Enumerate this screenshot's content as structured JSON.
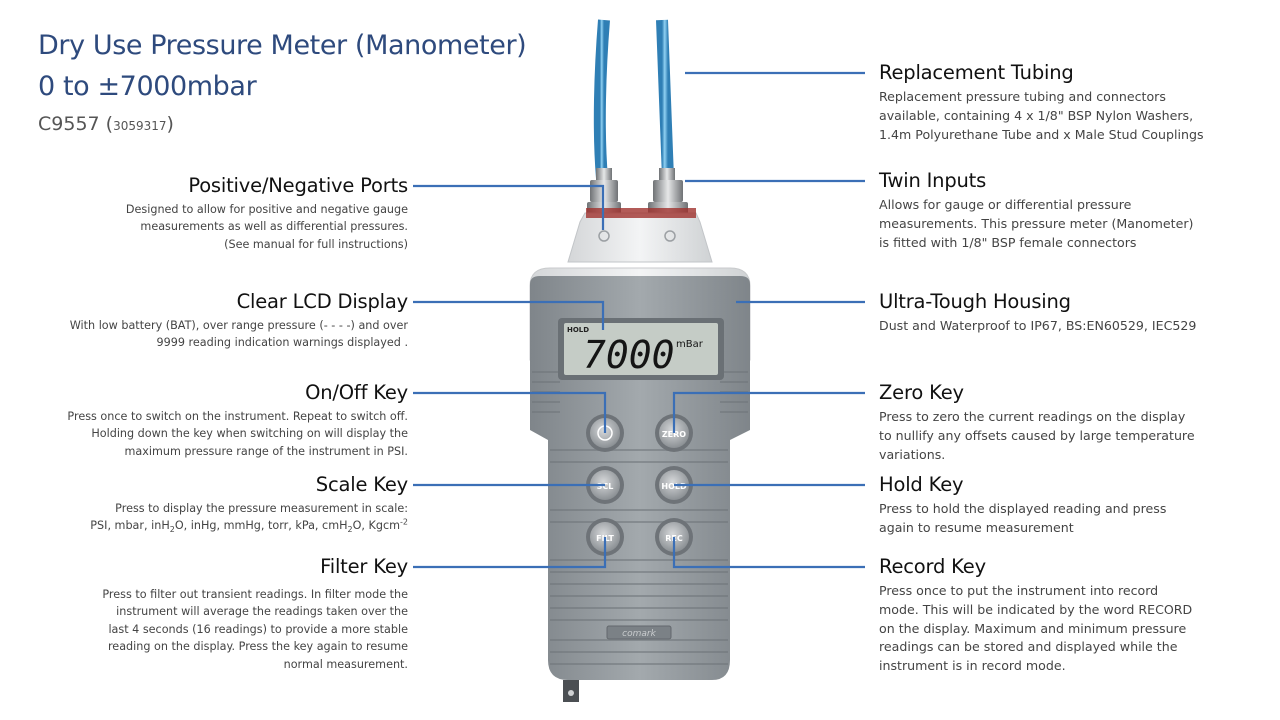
{
  "header": {
    "title_line1": "Dry Use Pressure Meter (Manometer)",
    "title_line2": "0 to ±7000mbar",
    "model": "C9557",
    "part_number": "3059317"
  },
  "device": {
    "lcd_reading": "7000",
    "lcd_unit": "mBar",
    "lcd_indicator": "HOLD",
    "key_zero": "ZERO",
    "key_scl": "SCL",
    "key_hold": "HOLD",
    "key_filt": "FILT",
    "key_rec": "REC",
    "brand": "comark"
  },
  "callouts": {
    "positive_negative_ports": {
      "title": "Positive/Negative Ports",
      "line1": "Designed to allow for positive and negative gauge",
      "line2": "measurements as well as differential pressures.",
      "line3": "(See manual for full instructions)"
    },
    "clear_lcd": {
      "title": "Clear LCD Display",
      "line1": "With low battery (BAT), over range pressure (- - - -) and over",
      "line2": "9999 reading indication warnings displayed ."
    },
    "on_off_key": {
      "title": "On/Off Key",
      "line1": "Press once to switch on the instrument. Repeat to switch off.",
      "line2": "Holding down the key when switching on will display the",
      "line3": "maximum pressure range of the instrument in PSI."
    },
    "scale_key": {
      "title": "Scale Key",
      "line1": "Press to display the pressure measurement in scale:",
      "line2_a": "PSI, mbar, inH",
      "line2_b": "2",
      "line2_c": "O, inHg, mmHg, torr, kPa, cmH",
      "line2_d": "2",
      "line2_e": "O, Kgcm",
      "line2_f": "-2"
    },
    "filter_key": {
      "title": "Filter Key",
      "line1": "Press to filter out transient readings. In filter mode the",
      "line2": "instrument will average the readings taken over the",
      "line3": "last 4 seconds (16 readings) to provide a more stable",
      "line4": "reading on the display. Press the key again to resume",
      "line5": "normal measurement."
    },
    "replacement_tubing": {
      "title": "Replacement Tubing",
      "line1": "Replacement pressure tubing and connectors",
      "line2": "available, containing 4 x 1/8\" BSP Nylon Washers,",
      "line3": "1.4m Polyurethane Tube and x Male Stud Couplings"
    },
    "twin_inputs": {
      "title": "Twin Inputs",
      "line1": "Allows for gauge or differential pressure",
      "line2": "measurements. This pressure meter (Manometer)",
      "line3": "is fitted with 1/8\" BSP female connectors"
    },
    "ultra_tough_housing": {
      "title": "Ultra-Tough Housing",
      "line1": "Dust and Waterproof to IP67, BS:EN60529, IEC529"
    },
    "zero_key": {
      "title": "Zero Key",
      "line1": "Press to zero the current readings on the display",
      "line2": "to nullify any offsets caused by large temperature",
      "line3": "variations."
    },
    "hold_key": {
      "title": "Hold Key",
      "line1": "Press to hold the displayed reading and press",
      "line2": "again to resume measurement"
    },
    "record_key": {
      "title": "Record Key",
      "line1": "Press once to put the instrument into record",
      "line2": "mode. This will be indicated by the word RECORD",
      "line3": "on the display. Maximum and minimum pressure",
      "line4": "readings can be stored and displayed while the",
      "line5": "instrument is in record mode."
    }
  },
  "colors": {
    "title": "#2e4a7d",
    "leader_line": "#3b6fb6",
    "tubing": "#4aa3d8",
    "housing": "#8e9499",
    "lcd": "#c5ccc6"
  }
}
